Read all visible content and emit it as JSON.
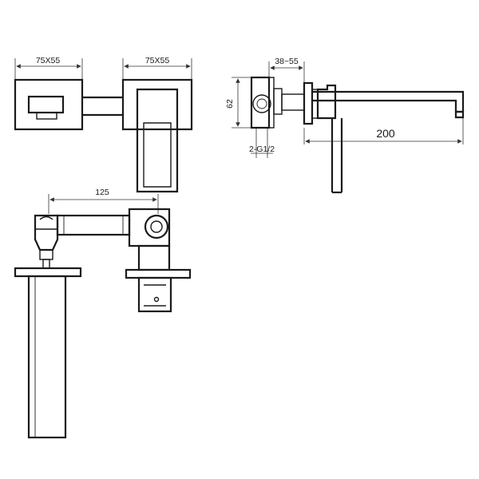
{
  "dimensions": {
    "front_left_size": "75X55",
    "front_right_size": "75X55",
    "wall_depth": "38~55",
    "height": "62",
    "thread": "2-G1/2",
    "spout_length": "200",
    "center_distance": "125"
  }
}
